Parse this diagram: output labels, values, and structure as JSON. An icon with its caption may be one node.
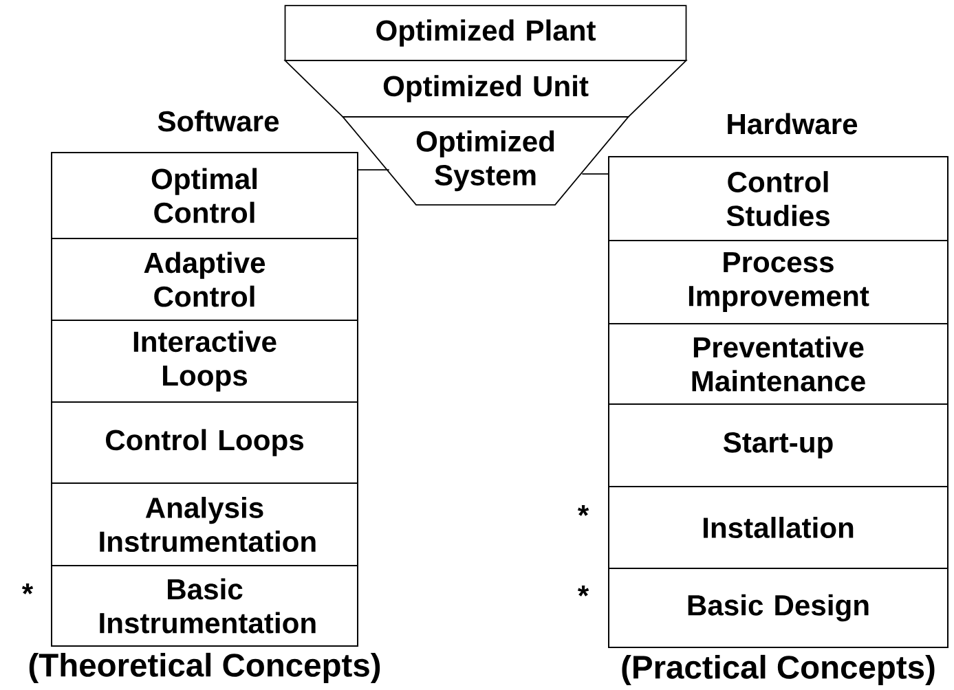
{
  "diagram": {
    "nodes": [
      {
        "text": [
          "Optimized Plant"
        ]
      },
      {
        "text": [
          "Optimized Unit"
        ]
      },
      {
        "text": [
          "Optimized System"
        ]
      },
      {
        "text": [
          "Software"
        ],
        "beside": [
          "(Theoretical Concepts)"
        ]
      },
      {
        "text": [
          "Optimal Control"
        ],
        "in": 3
      },
      {
        "text": [
          "Adaptive Control"
        ],
        "in": 3
      },
      {
        "text": [
          "Interactive Loops"
        ],
        "in": 3
      },
      {
        "text": [
          "Control Loops"
        ],
        "in": 3
      },
      {
        "text": [
          "Analysis Instrumentation"
        ],
        "in": 3
      },
      {
        "text": [
          "Basic Instrumentation"
        ],
        "in": 3,
        "beside": [
          "*"
        ]
      },
      {
        "text": [
          "Hardware"
        ],
        "beside": [
          "(Practical Concepts)"
        ]
      },
      {
        "text": [
          "Control Studies"
        ],
        "in": 10
      },
      {
        "text": [
          "Process Improvement"
        ],
        "in": 10
      },
      {
        "text": [
          "Preventative Maintenance"
        ],
        "in": 10
      },
      {
        "text": [
          "Start-up"
        ],
        "in": 10
      },
      {
        "text": [
          "Installation"
        ],
        "in": 10,
        "beside": [
          "*"
        ]
      },
      {
        "text": [
          "Basic Design"
        ],
        "in": 10,
        "beside": [
          "*"
        ]
      }
    ],
    "edges": [
      {
        "from": 3,
        "to": 2,
        "arrow": "none"
      },
      {
        "from": 10,
        "to": 2,
        "arrow": "none"
      }
    ]
  }
}
